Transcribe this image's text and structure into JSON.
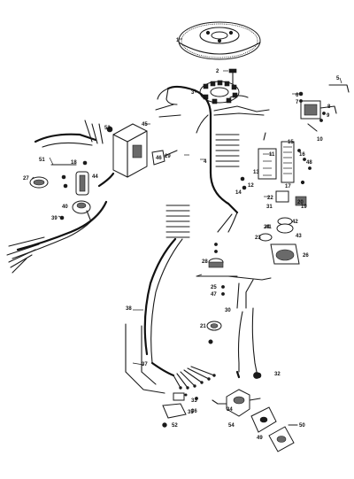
{
  "diagram": {
    "callouts": [
      "1",
      "2",
      "3",
      "4",
      "5",
      "6",
      "7",
      "8",
      "9",
      "10",
      "11",
      "12",
      "13",
      "14",
      "15",
      "16",
      "17",
      "18",
      "19",
      "20",
      "21",
      "22",
      "23",
      "24",
      "25",
      "26",
      "27",
      "28",
      "29",
      "30",
      "31",
      "32",
      "33",
      "34",
      "35",
      "36",
      "37",
      "38",
      "39",
      "40",
      "41",
      "42",
      "43",
      "44",
      "45",
      "46",
      "47",
      "48",
      "49",
      "50",
      "51",
      "52",
      "53",
      "54"
    ]
  }
}
